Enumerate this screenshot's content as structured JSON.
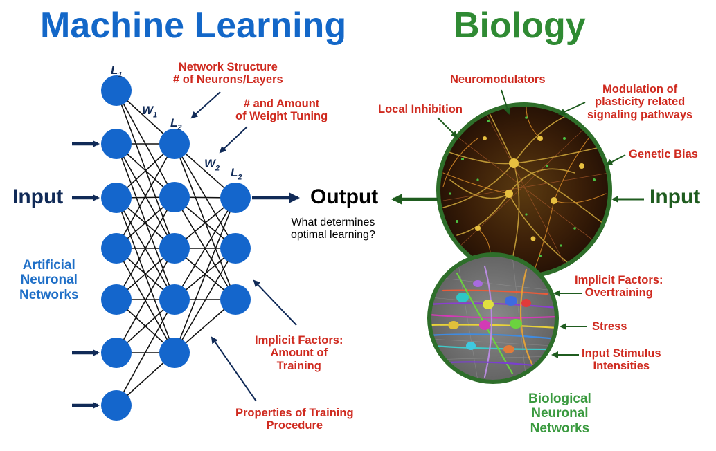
{
  "titles": {
    "machine_learning": "Machine Learning",
    "biology": "Biology"
  },
  "network": {
    "layer_label_1": "L",
    "layer_label_1_sub": "1",
    "layer_label_2": "L",
    "layer_label_2_sub": "2",
    "layer_label_3": "L",
    "layer_label_3_sub": "2",
    "weight_label_1": "W",
    "weight_label_1_sub": "1",
    "weight_label_2": "W",
    "weight_label_2_sub": "2"
  },
  "ml_annotations": {
    "network_structure": "Network Structure\n# of Neurons/Layers",
    "weight_tuning": "# and Amount\nof Weight Tuning",
    "implicit_factors": "Implicit Factors:\nAmount of\nTraining",
    "training_procedure": "Properties of Training\nProcedure"
  },
  "labels": {
    "input_left": "Input",
    "output": "Output",
    "question": "What determines\noptimal learning?",
    "input_right": "Input",
    "artificial": "Artificial\nNeuronal\nNetworks",
    "biological": "Biological\nNeuronal\nNetworks"
  },
  "bio_annotations": {
    "neuromodulators": "Neuromodulators",
    "local_inhibition": "Local Inhibition",
    "modulation": "Modulation of\nplasticity related\nsignaling pathways",
    "genetic_bias": "Genetic Bias",
    "implicit_overtraining": "Implicit Factors:\nOvertraining",
    "stress": "Stress",
    "input_stimulus": "Input Stimulus\nIntensities"
  },
  "colors": {
    "ml_blue": "#1367c8",
    "bio_green": "#2f8a33",
    "annotation_red": "#cf2a1f",
    "node_blue": "#1466cc",
    "arrow_navy": "#102a57",
    "circle_border": "#2e6e2a"
  }
}
